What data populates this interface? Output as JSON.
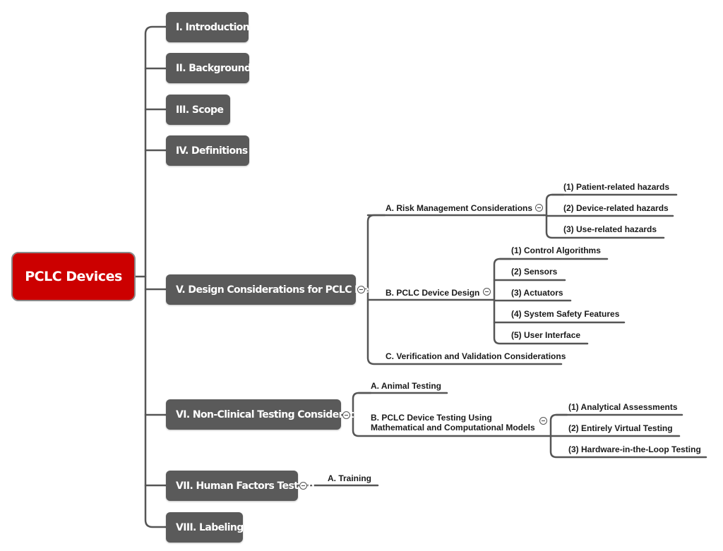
{
  "root": {
    "label": "PCLC Devices"
  },
  "sections": {
    "introduction": "I. Introduction",
    "background": "II. Background",
    "scope": "III. Scope",
    "definitions": "IV. Definitions",
    "design": "V. Design Considerations for PCLC Devices",
    "nonclinical": "VI. Non-Clinical Testing Considerations",
    "human_factors": "VII. Human Factors Testing",
    "labeling": "VIII. Labeling"
  },
  "design": {
    "risk": {
      "label": "A. Risk Management Considerations",
      "items": [
        "(1) Patient-related hazards",
        "(2) Device-related hazards",
        "(3) Use-related hazards"
      ]
    },
    "device_design": {
      "label": "B. PCLC Device Design",
      "items": [
        "(1) Control Algorithms",
        "(2) Sensors",
        "(3) Actuators",
        "(4) System Safety Features",
        "(5) User Interface"
      ]
    },
    "verification": {
      "label": "C. Verification and Validation Considerations"
    }
  },
  "nonclinical": {
    "animal": {
      "label": "A. Animal Testing"
    },
    "modeling": {
      "label_line1": "B. PCLC Device Testing Using",
      "label_line2": "Mathematical and Computational Models",
      "items": [
        "(1) Analytical Assessments",
        "(2) Entirely Virtual Testing",
        "(3) Hardware-in-the-Loop Testing"
      ]
    }
  },
  "human_factors": {
    "training": "A. Training"
  },
  "colors": {
    "root_fill": "#cc0000",
    "section_fill": "#5a5a5a",
    "line": "#555555"
  }
}
